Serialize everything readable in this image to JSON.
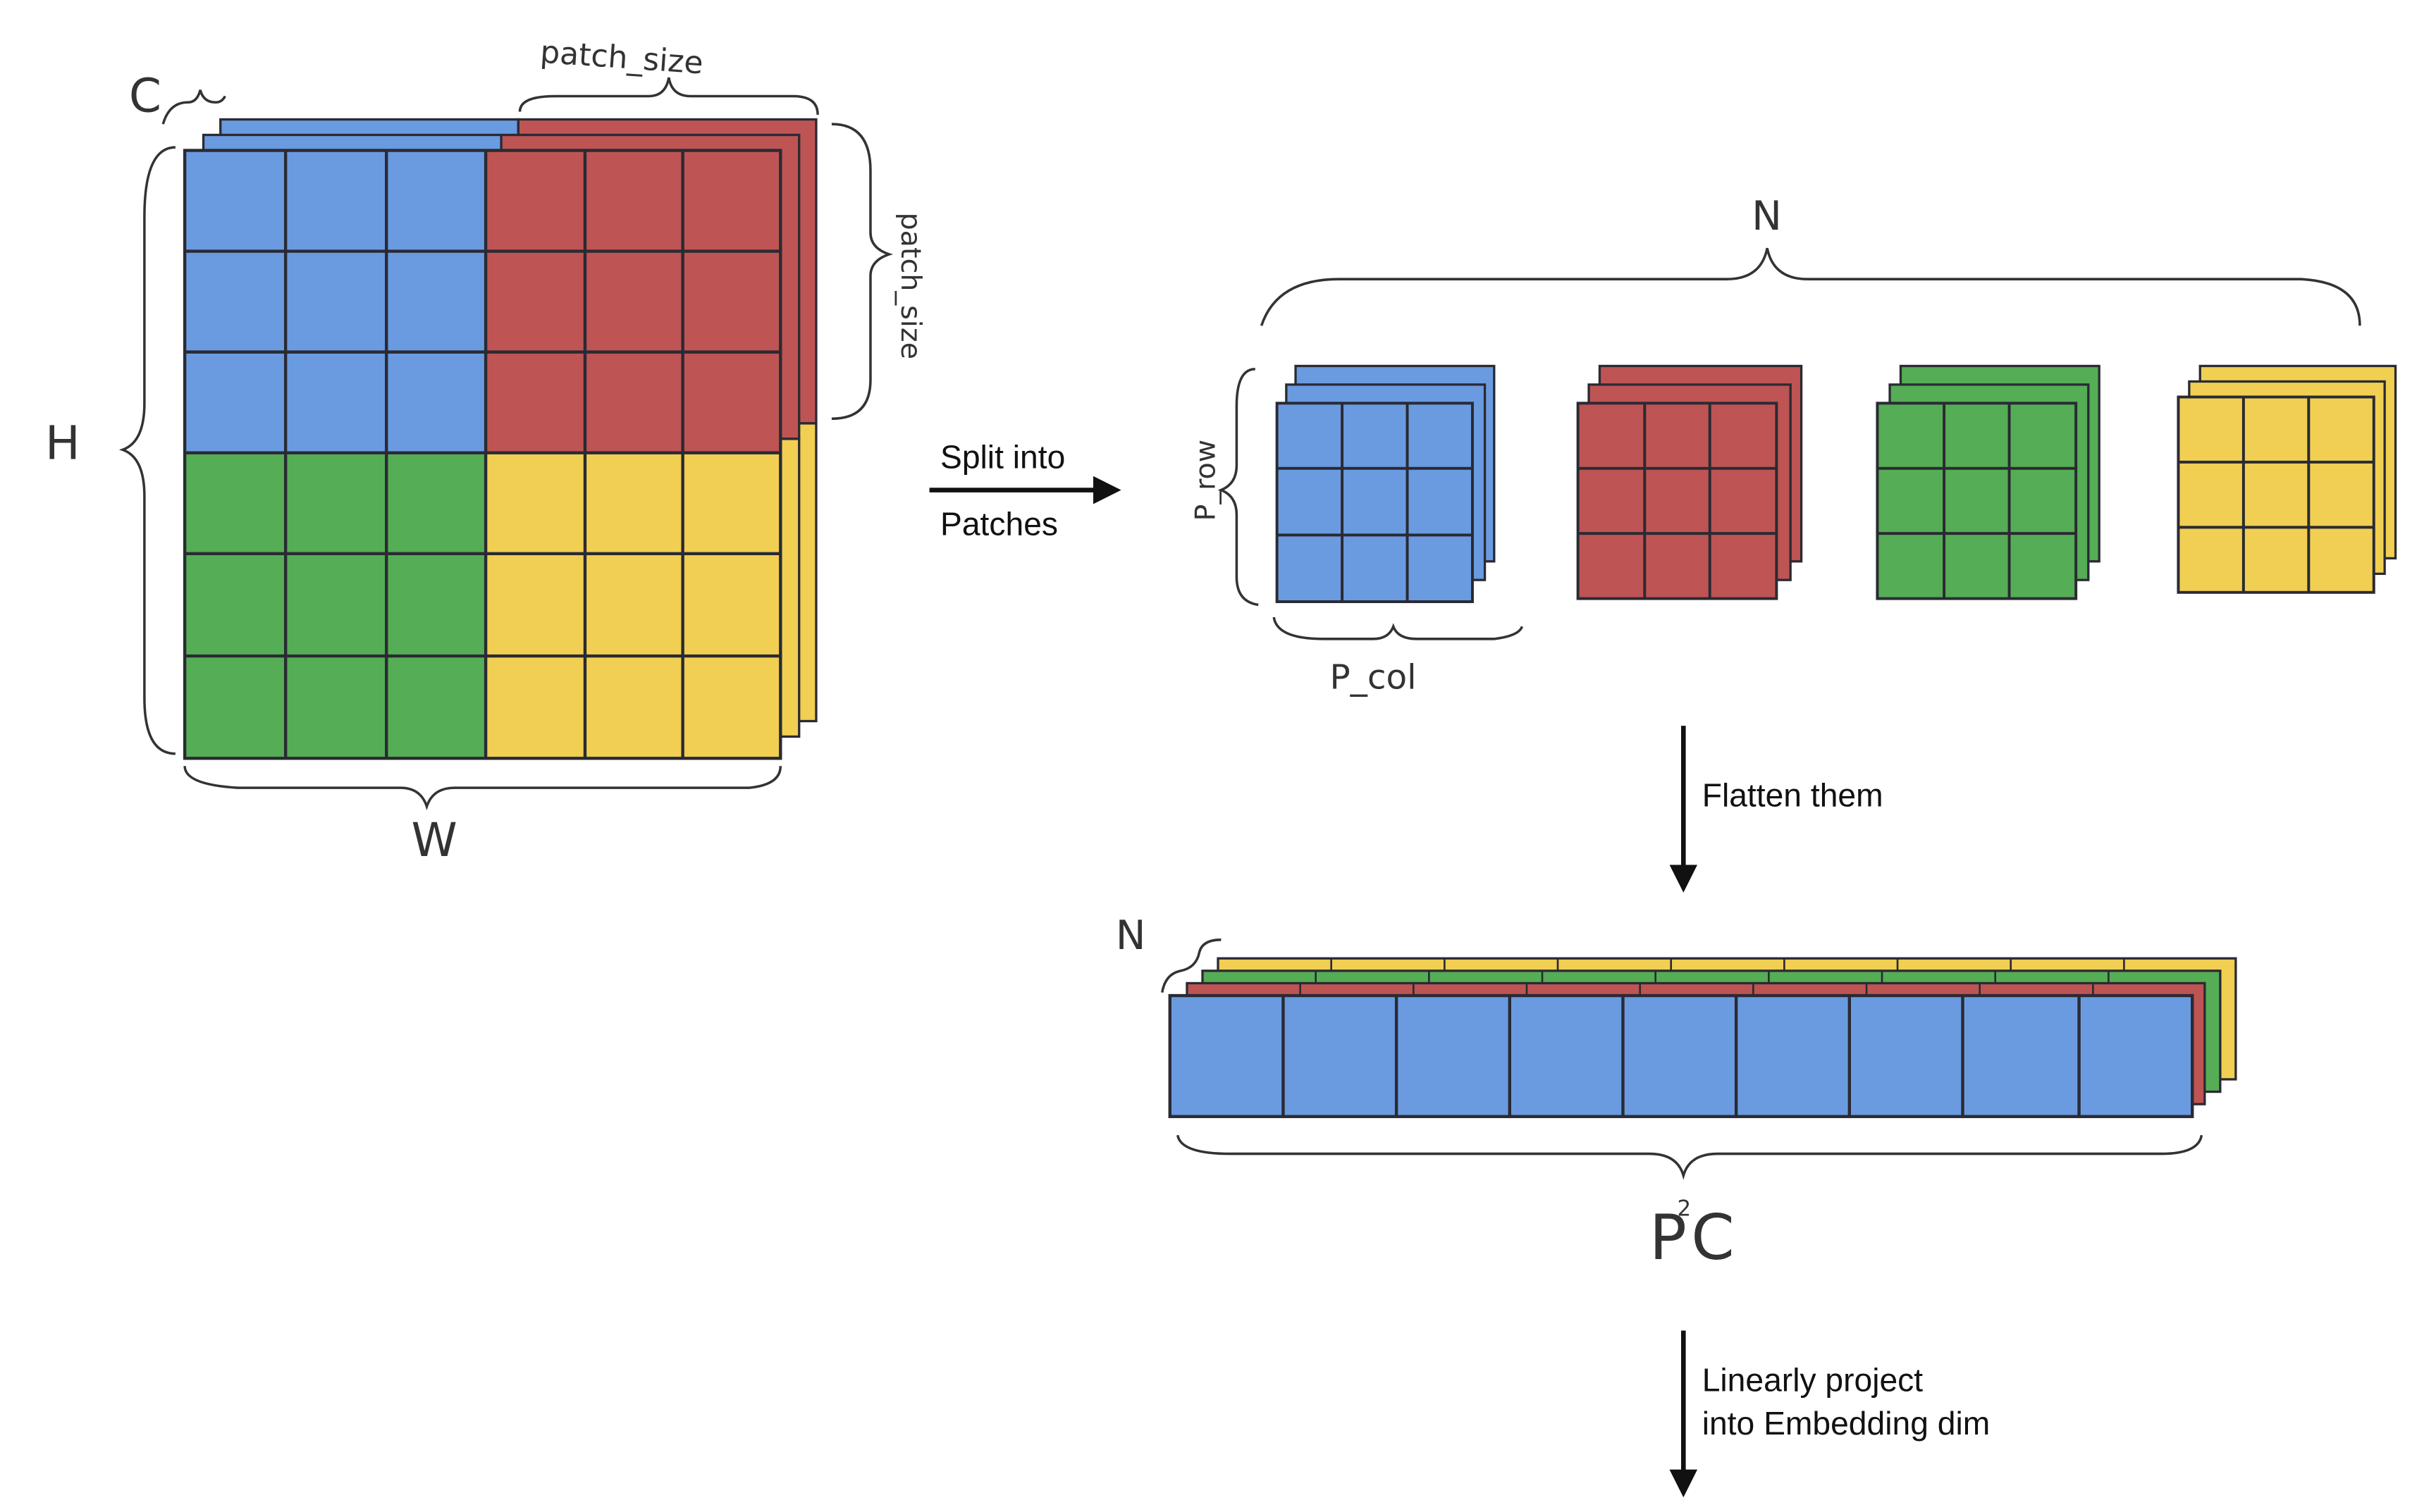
{
  "labels": {
    "C": "C",
    "H": "H",
    "W": "W",
    "patch_size_top": "patch_size",
    "patch_size_side": "patch_size",
    "N_top": "N",
    "P_row": "P_row",
    "P_col": "P_col",
    "N_flat": "N",
    "P2C_P": "P",
    "P2C_sup": "2",
    "P2C_C": "C"
  },
  "steps": {
    "split_line1": "Split into",
    "split_line2": "Patches",
    "flatten": "Flatten them",
    "project_line1": "Linearly project",
    "project_line2": "into Embedding dim"
  },
  "colors": {
    "blue": "#6a9be0",
    "red": "#bf5454",
    "green": "#55ad55",
    "yellow": "#f0cf52",
    "grid": "#2a2a33"
  },
  "patch_order": [
    "blue",
    "red",
    "green",
    "yellow"
  ],
  "image_grid": {
    "rows": 6,
    "cols": 6
  },
  "patch_grid": {
    "rows": 3,
    "cols": 3
  },
  "flattened_cells": 9
}
